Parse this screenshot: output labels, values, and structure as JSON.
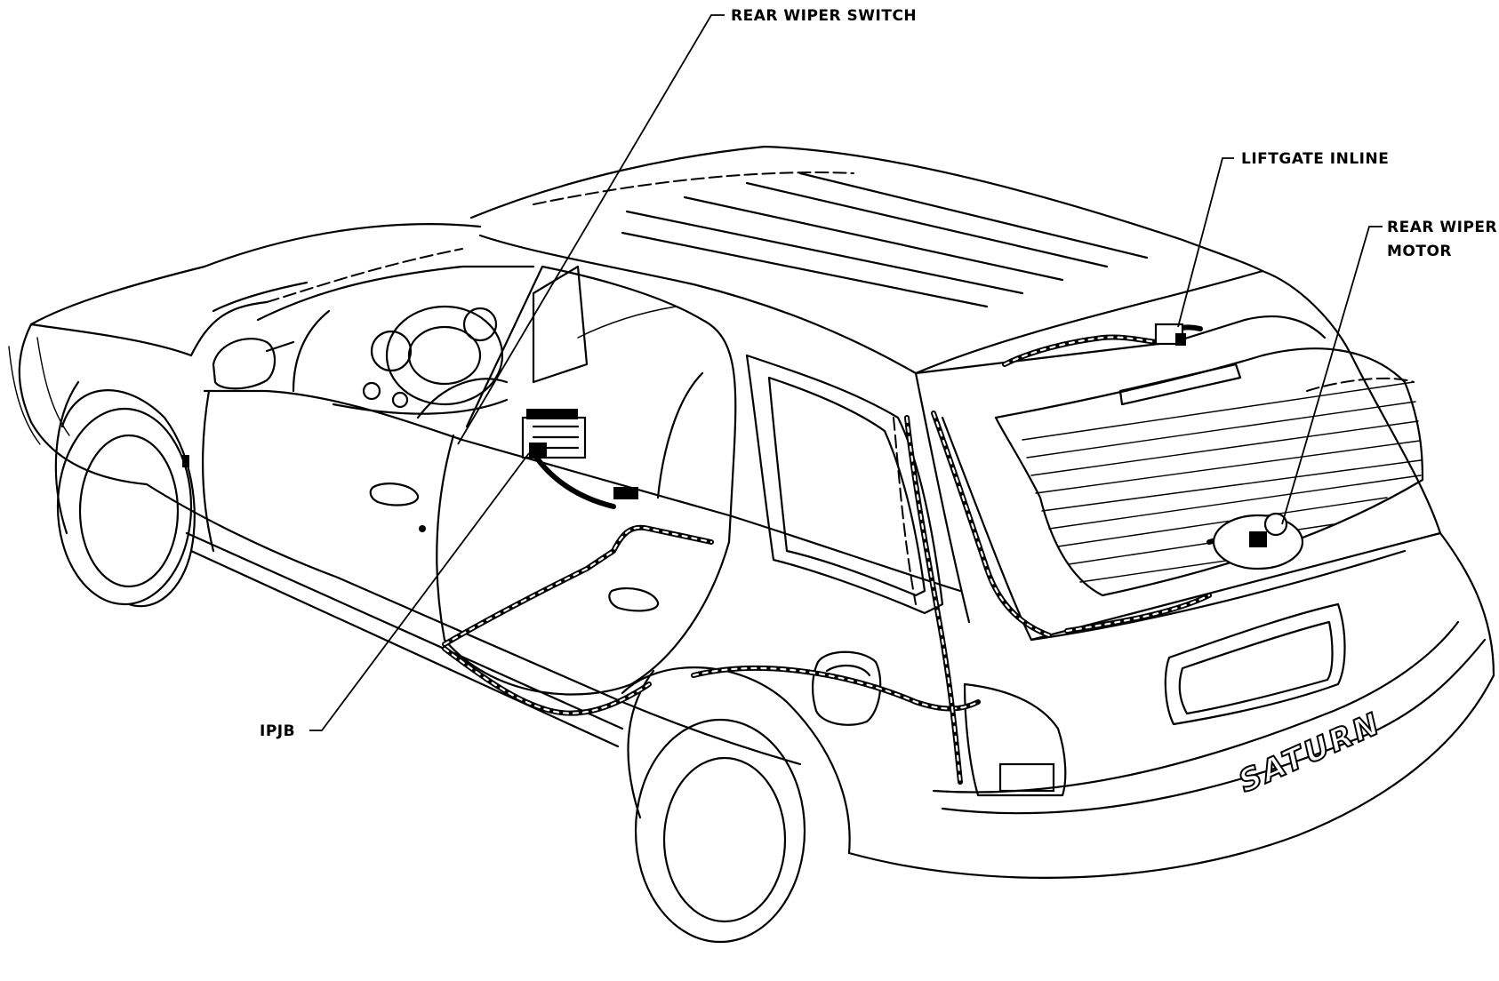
{
  "callouts": {
    "rear_wiper_switch": "REAR WIPER SWITCH",
    "liftgate_inline": "LIFTGATE INLINE",
    "rear_wiper_motor_line1": "REAR WIPER",
    "rear_wiper_motor_line2": "MOTOR",
    "ipjb": "IPJB"
  },
  "badge": {
    "brand": "SATURN"
  },
  "colors": {
    "line": "#000000",
    "background": "#ffffff"
  }
}
